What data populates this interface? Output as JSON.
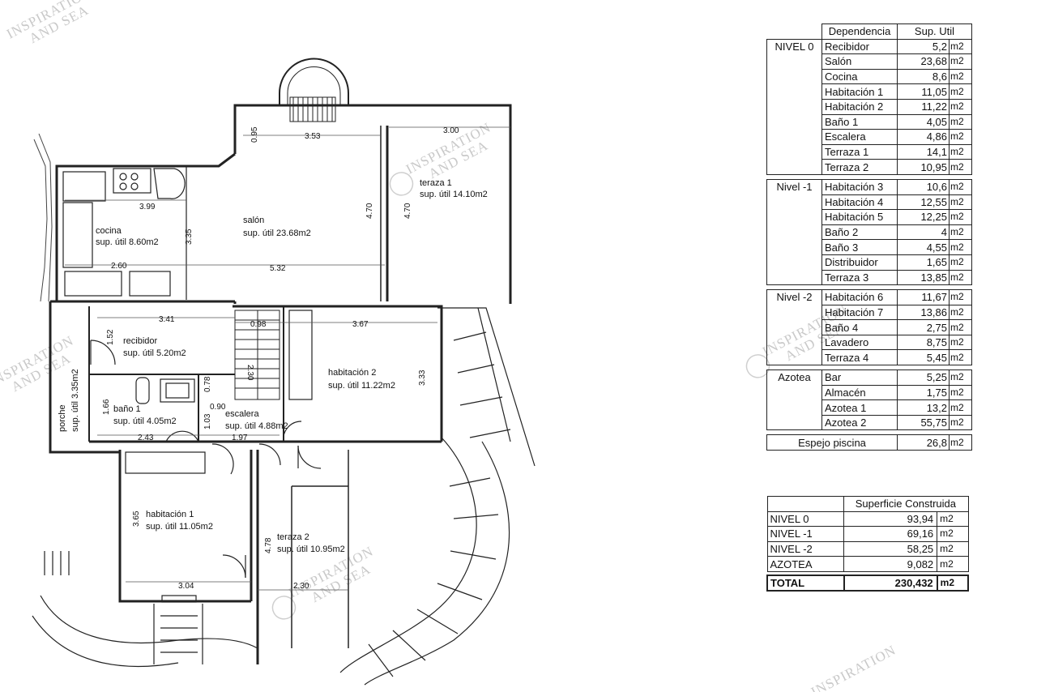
{
  "watermark": {
    "line1": "INSPIRATION",
    "line2": "AND SEA"
  },
  "plan": {
    "rooms": [
      {
        "id": "cocina",
        "name": "cocina",
        "area": "sup. útil 8.60m2"
      },
      {
        "id": "salon",
        "name": "salón",
        "area": "sup. útil 23.68m2"
      },
      {
        "id": "terraza1",
        "name": "teraza 1",
        "area": "sup. útil 14.10m2"
      },
      {
        "id": "recibidor",
        "name": "recibidor",
        "area": "sup. útil 5.20m2"
      },
      {
        "id": "habitacion2",
        "name": "habitación 2",
        "area": "sup. útil 11.22m2"
      },
      {
        "id": "bano1",
        "name": "baño 1",
        "area": "sup. útil 4.05m2"
      },
      {
        "id": "escalera",
        "name": "escalera",
        "area": "sup. útil 4.88m2"
      },
      {
        "id": "porche",
        "name": "porche",
        "area": "sup. útil 3.35m2"
      },
      {
        "id": "habitacion1",
        "name": "habitación 1",
        "area": "sup. útil 11.05m2"
      },
      {
        "id": "terraza2",
        "name": "teraza 2",
        "area": "sup. útil 10.95m2"
      }
    ],
    "dimensions": {
      "d095": "0.95",
      "d353": "3.53",
      "d300": "3.00",
      "d399": "3.99",
      "d335": "3.35",
      "d470a": "4.70",
      "d470b": "4.70",
      "d260": "2.60",
      "d532": "5.32",
      "d341": "3.41",
      "d098": "0.98",
      "d367": "3.67",
      "d152": "1.52",
      "d230v": "2.30",
      "d333": "3.33",
      "d078": "0.78",
      "d166": "1.66",
      "d090": "0.90",
      "d103": "1.03",
      "d243": "2.43",
      "d197": "1.97",
      "d365": "3.65",
      "d478": "4.78",
      "d304": "3.04",
      "d230h": "2.30"
    }
  },
  "rooms_table": {
    "header": {
      "dependencia": "Dependencia",
      "sup_util": "Sup. Util"
    },
    "groups": [
      {
        "level": "NIVEL 0",
        "rows": [
          {
            "name": "Recibidor",
            "value": "5,2",
            "unit": "m2"
          },
          {
            "name": "Salón",
            "value": "23,68",
            "unit": "m2"
          },
          {
            "name": "Cocina",
            "value": "8,6",
            "unit": "m2"
          },
          {
            "name": "Habitación 1",
            "value": "11,05",
            "unit": "m2"
          },
          {
            "name": "Habitación 2",
            "value": "11,22",
            "unit": "m2"
          },
          {
            "name": "Baño 1",
            "value": "4,05",
            "unit": "m2"
          },
          {
            "name": "Escalera",
            "value": "4,86",
            "unit": "m2"
          },
          {
            "name": "Terraza 1",
            "value": "14,1",
            "unit": "m2"
          },
          {
            "name": "Terraza 2",
            "value": "10,95",
            "unit": "m2"
          }
        ]
      },
      {
        "level": "Nivel -1",
        "rows": [
          {
            "name": "Habitación 3",
            "value": "10,6",
            "unit": "m2"
          },
          {
            "name": "Habitación 4",
            "value": "12,55",
            "unit": "m2"
          },
          {
            "name": "Habitación 5",
            "value": "12,25",
            "unit": "m2"
          },
          {
            "name": "Baño 2",
            "value": "4",
            "unit": "m2"
          },
          {
            "name": "Baño 3",
            "value": "4,55",
            "unit": "m2"
          },
          {
            "name": "Distribuidor",
            "value": "1,65",
            "unit": "m2"
          },
          {
            "name": "Terraza 3",
            "value": "13,85",
            "unit": "m2"
          }
        ]
      },
      {
        "level": "Nivel -2",
        "rows": [
          {
            "name": "Habitación 6",
            "value": "11,67",
            "unit": "m2"
          },
          {
            "name": "Habitación 7",
            "value": "13,86",
            "unit": "m2"
          },
          {
            "name": "Baño 4",
            "value": "2,75",
            "unit": "m2"
          },
          {
            "name": "Lavadero",
            "value": "8,75",
            "unit": "m2"
          },
          {
            "name": "Terraza 4",
            "value": "5,45",
            "unit": "m2"
          }
        ]
      },
      {
        "level": "Azotea",
        "rows": [
          {
            "name": "Bar",
            "value": "5,25",
            "unit": "m2"
          },
          {
            "name": "Almacén",
            "value": "1,75",
            "unit": "m2"
          },
          {
            "name": "Azotea 1",
            "value": "13,2",
            "unit": "m2"
          },
          {
            "name": "Azotea 2",
            "value": "55,75",
            "unit": "m2"
          }
        ]
      }
    ],
    "pool_mirror": {
      "label": "Espejo piscina",
      "value": "26,8",
      "unit": "m2"
    }
  },
  "built_table": {
    "header": "Superficie Construida",
    "rows": [
      {
        "level": "NIVEL 0",
        "value": "93,94",
        "unit": "m2"
      },
      {
        "level": "NIVEL -1",
        "value": "69,16",
        "unit": "m2"
      },
      {
        "level": "NIVEL -2",
        "value": "58,25",
        "unit": "m2"
      },
      {
        "level": "AZOTEA",
        "value": "9,082",
        "unit": "m2"
      }
    ],
    "total": {
      "label": "TOTAL",
      "value": "230,432",
      "unit": "m2"
    }
  }
}
